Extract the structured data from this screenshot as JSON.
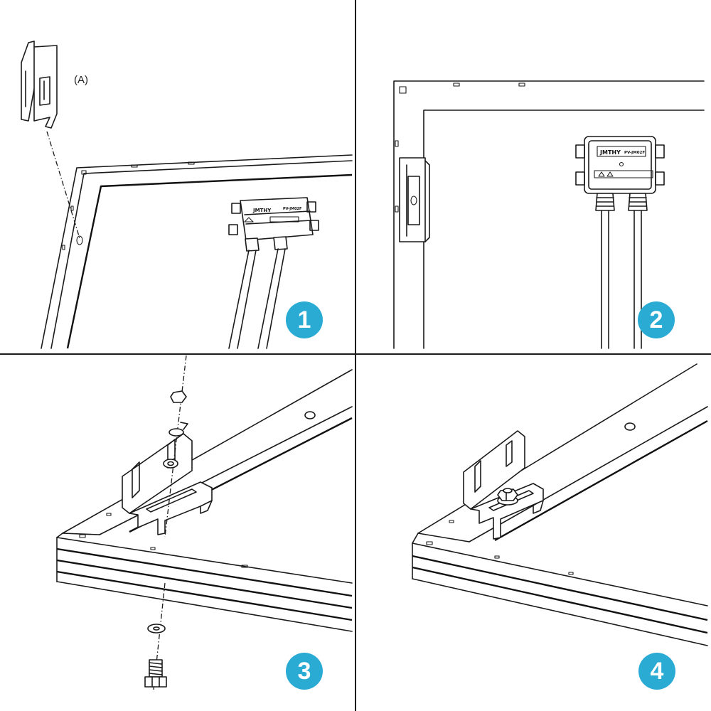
{
  "figure": {
    "steps": [
      {
        "number": "1",
        "part_label": "(A)"
      },
      {
        "number": "2"
      },
      {
        "number": "3"
      },
      {
        "number": "4"
      }
    ],
    "junction_box": {
      "brand": "JMTHY",
      "model": "PV-JM02F"
    },
    "badge_color": "#29abd4",
    "line_color": "#1a1a1a"
  }
}
